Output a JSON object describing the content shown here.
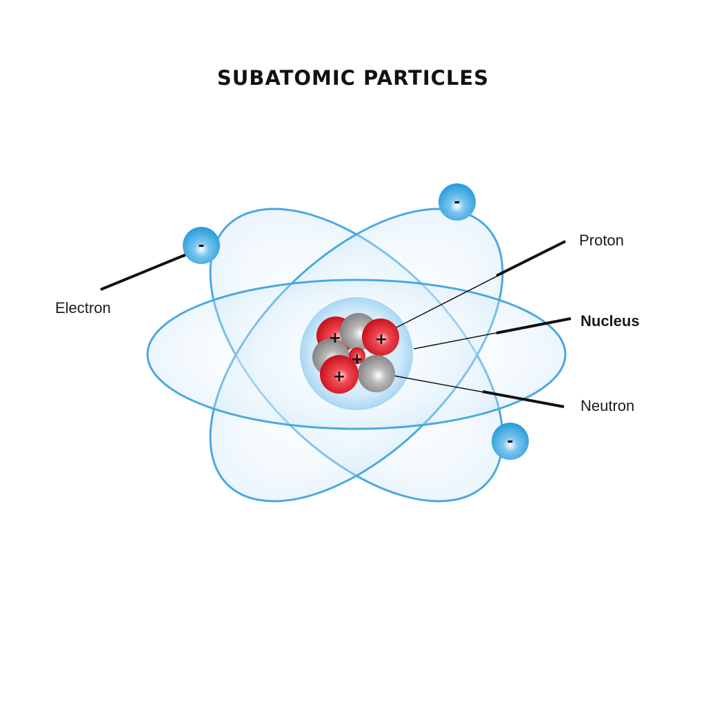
{
  "title": "SUBATOMIC PARTICLES",
  "labels": {
    "electron": "Electron",
    "proton": "Proton",
    "nucleus": "Nucleus",
    "neutron": "Neutron"
  },
  "symbols": {
    "electron_charge": "-",
    "proton_charge": "+"
  },
  "colors": {
    "orbit": "#4aa8e0",
    "electron": "#2e9fdc",
    "proton": "#d8101e",
    "neutron": "#8e8e8e",
    "title": "#111111"
  }
}
